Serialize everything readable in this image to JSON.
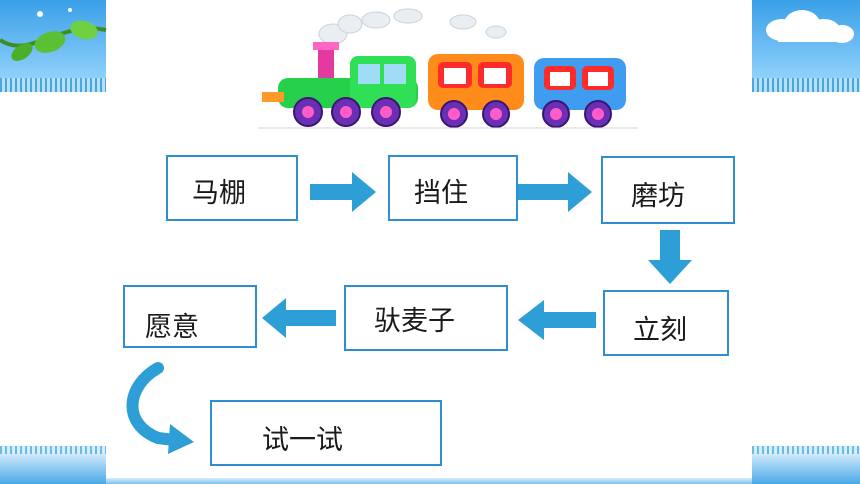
{
  "flow": {
    "nodes": [
      {
        "id": "mapeng",
        "label": "马棚"
      },
      {
        "id": "dangzhu",
        "label": "挡住"
      },
      {
        "id": "mofang",
        "label": "磨坊"
      },
      {
        "id": "like",
        "label": "立刻"
      },
      {
        "id": "tuomaizi",
        "label": "驮麦子"
      },
      {
        "id": "yuanyi",
        "label": "愿意"
      },
      {
        "id": "shiyishi",
        "label": "试一试"
      }
    ]
  },
  "colors": {
    "arrow": "#2d9fd6",
    "box_border": "#2f8ed1",
    "sky": "#3aa0e8",
    "leaf": "#4caf2a"
  },
  "icons": [
    "cartoon-train",
    "vine-leaf",
    "cloud"
  ]
}
